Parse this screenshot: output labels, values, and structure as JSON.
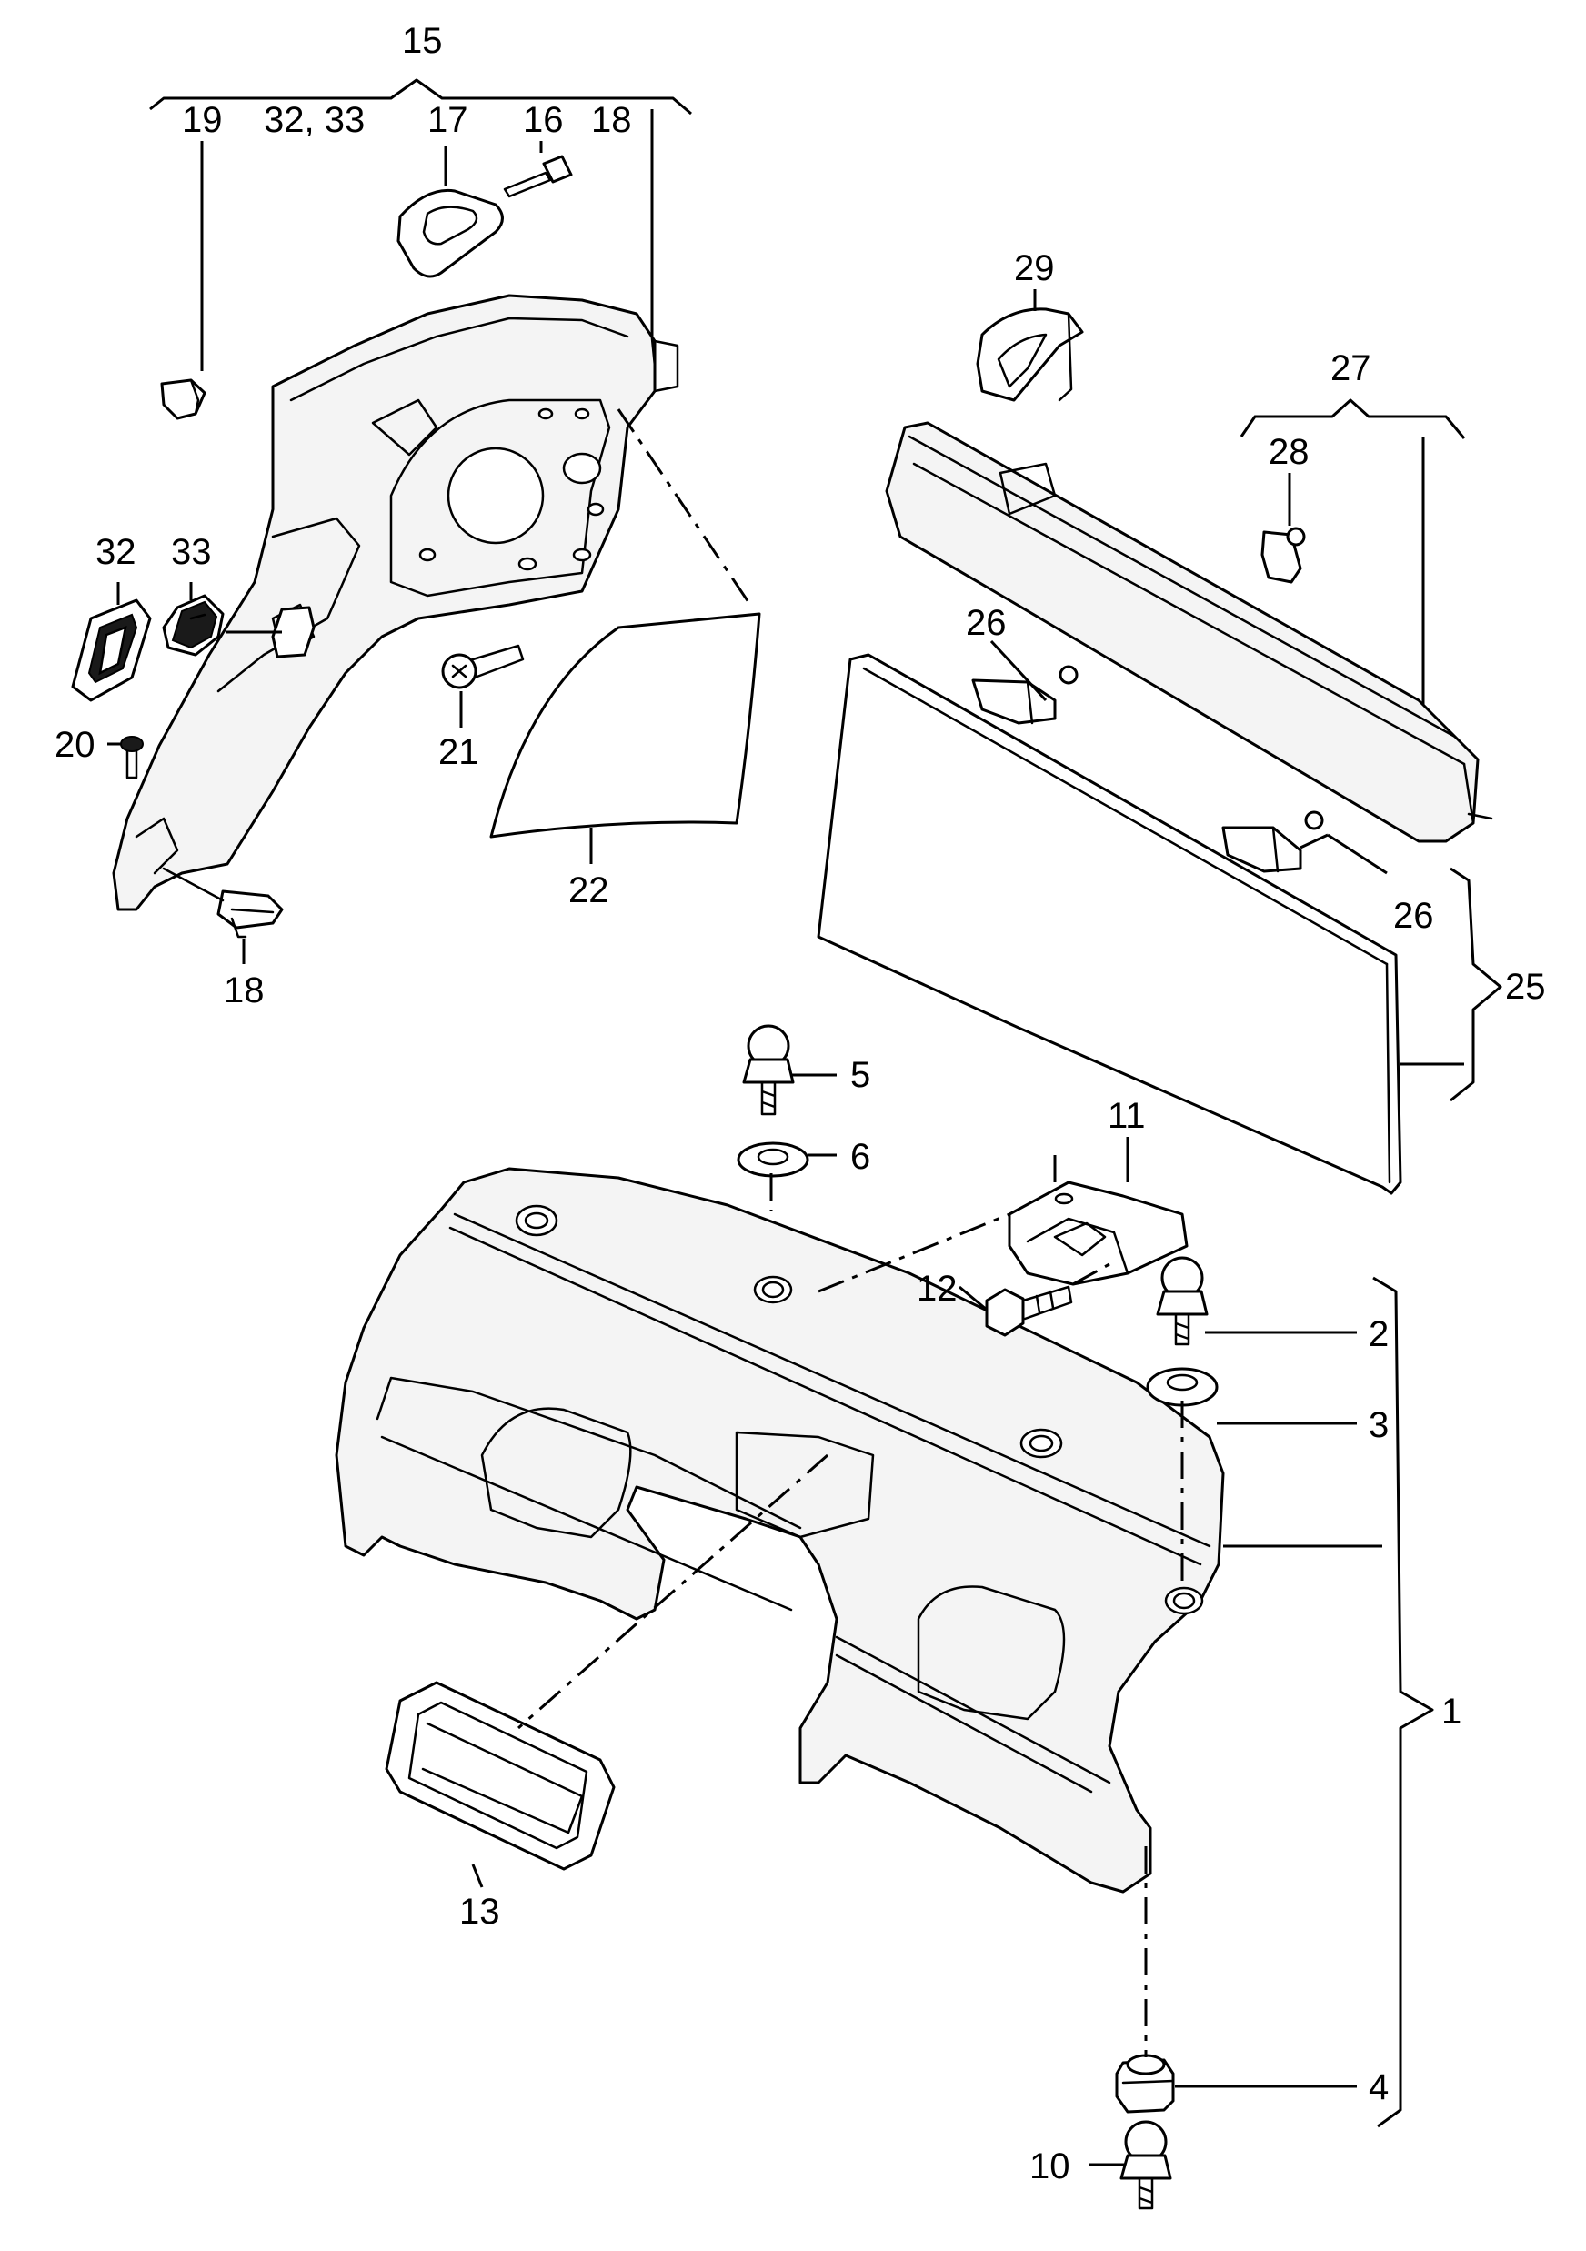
{
  "callouts": {
    "c15": "15",
    "c19": "19",
    "c3233": "32, 33",
    "c17": "17",
    "c16": "16",
    "c18top": "18",
    "c29": "29",
    "c27": "27",
    "c28": "28",
    "c32": "32",
    "c33": "33",
    "c20": "20",
    "c21": "21",
    "c22": "22",
    "c18bot": "18",
    "c26a": "26",
    "c26b": "26",
    "c25": "25",
    "c5": "5",
    "c6": "6",
    "c11": "11",
    "c12": "12",
    "c2": "2",
    "c3": "3",
    "c1": "1",
    "c13": "13",
    "c4": "4",
    "c10": "10"
  }
}
